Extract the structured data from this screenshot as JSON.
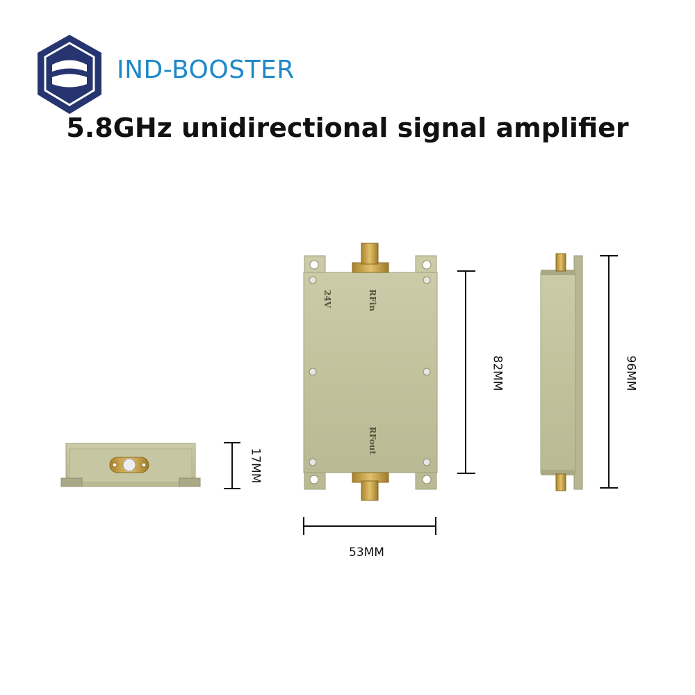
{
  "brand": {
    "name": "IND-BOOSTER",
    "logo_color": "#26356f",
    "text_color": "#1e88c8"
  },
  "title": "5.8GHz unidirectional signal amplifier",
  "labels": {
    "power": "24V",
    "rf_in": "RFin",
    "rf_out": "RFout"
  },
  "dimensions": {
    "side_height": "17MM",
    "body_length": "82MM",
    "total_length": "96MM",
    "width": "53MM"
  },
  "colors": {
    "housing": "#c7c7a2",
    "housing_dark": "#a9a985",
    "connector": "#c9a24a"
  }
}
